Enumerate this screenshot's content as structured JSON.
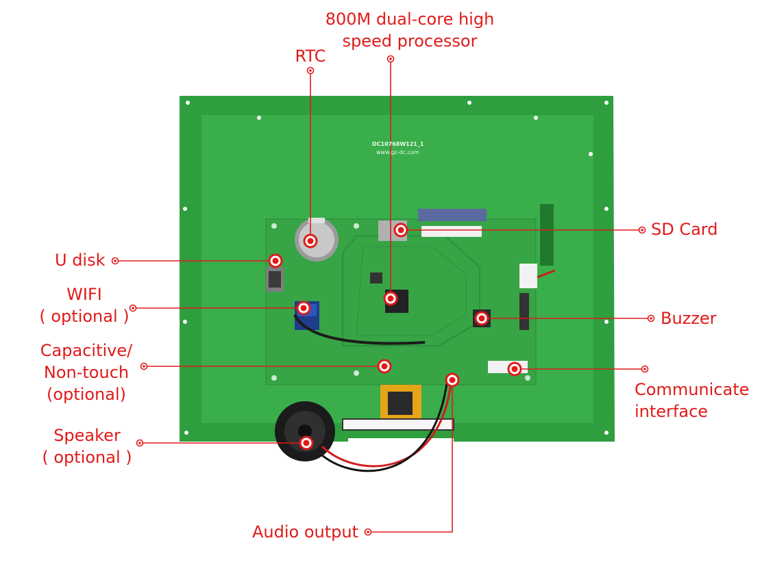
{
  "callouts": {
    "rtc": "RTC",
    "processor_line1": "800M dual-core high",
    "processor_line2": "speed processor",
    "sd_card": "SD Card",
    "u_disk": "U disk",
    "wifi_line1": "WIFI",
    "wifi_line2": "( optional )",
    "touch_line1": "Capacitive/",
    "touch_line2": "Non-touch",
    "touch_line3": "(optional)",
    "speaker_line1": "Speaker",
    "speaker_line2": "( optional )",
    "buzzer": "Buzzer",
    "communicate_line1": "Communicate",
    "communicate_line2": "interface",
    "audio_output": "Audio output"
  },
  "board": {
    "model": "DC10768W121_1",
    "website": "www.gz-dc.com"
  },
  "colors": {
    "callout_red": "#e01a1a",
    "pcb_green": "#2e9e3f",
    "pcb_green_light": "#43b653",
    "connector_white": "#f2f2f2"
  }
}
